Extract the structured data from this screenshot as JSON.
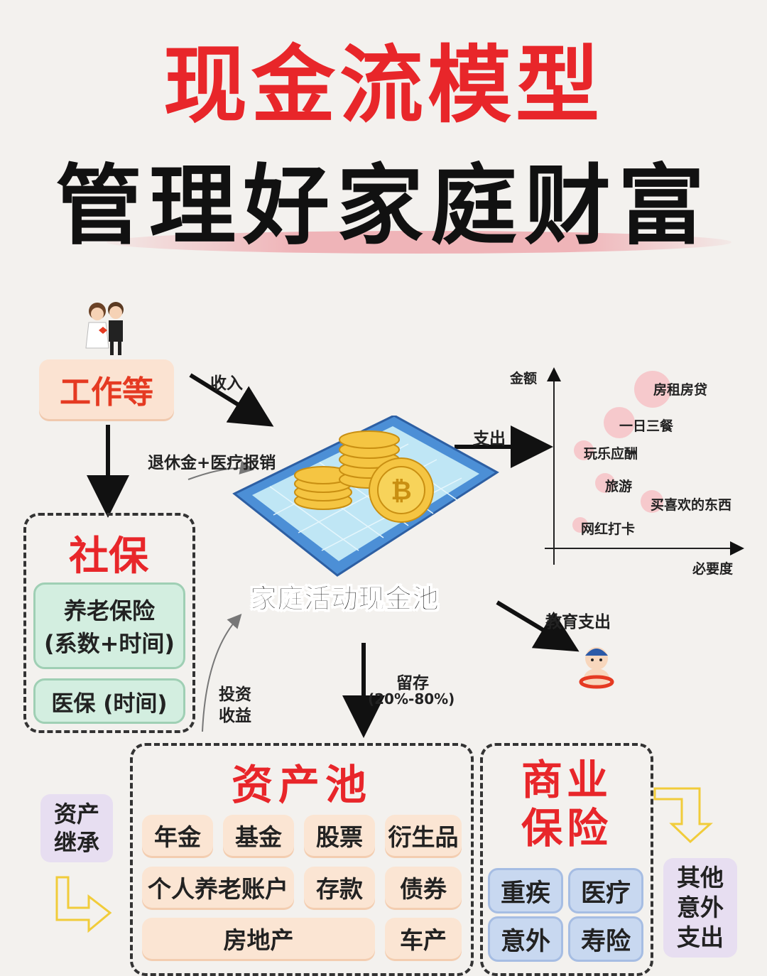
{
  "title": {
    "line1": "现金流模型",
    "line2": "管理好家庭财富"
  },
  "colors": {
    "title_red": "#e8262a",
    "background": "#f3f1ee",
    "peach": "#fbe5d3",
    "green": "#d3eee0",
    "blue": "#c8d8f0",
    "lilac": "#e7def1",
    "dot_pink": "#f6c9cc"
  },
  "work": {
    "label": "工作等"
  },
  "flows": {
    "income": "收入",
    "pension_medical": "退休金+医疗报销",
    "expense": "支出",
    "education": "教育支出",
    "retain_line1": "留存",
    "retain_line2": "(20%-80%)",
    "invest_line1": "投资",
    "invest_line2": "收益"
  },
  "pool": {
    "label": "家庭活动现金池"
  },
  "social": {
    "title": "社保",
    "pension_line1": "养老保险",
    "pension_line2": "(系数+时间)",
    "medical": "医保 (时间)"
  },
  "chart_data": {
    "type": "scatter",
    "ylabel": "金额",
    "xlabel": "必要度",
    "points": [
      {
        "label": "房租房贷",
        "size": "large"
      },
      {
        "label": "一日三餐",
        "size": "large"
      },
      {
        "label": "玩乐应酬",
        "size": "small"
      },
      {
        "label": "旅游",
        "size": "small"
      },
      {
        "label": "买喜欢的东西",
        "size": "small"
      },
      {
        "label": "网红打卡",
        "size": "tiny"
      }
    ]
  },
  "assets": {
    "title": "资产池",
    "inherit_line1": "资产",
    "inherit_line2": "继承",
    "items_row1": [
      "年金",
      "基金",
      "股票",
      "衍生品"
    ],
    "items_row2": [
      "个人养老账户",
      "存款",
      "债券"
    ],
    "items_row3": [
      "房地产",
      "车产"
    ]
  },
  "insurance": {
    "title_line1": "商业",
    "title_line2": "保险",
    "items": [
      "重疾",
      "医疗",
      "意外",
      "寿险"
    ],
    "other_line1": "其他",
    "other_line2": "意外",
    "other_line3": "支出"
  }
}
